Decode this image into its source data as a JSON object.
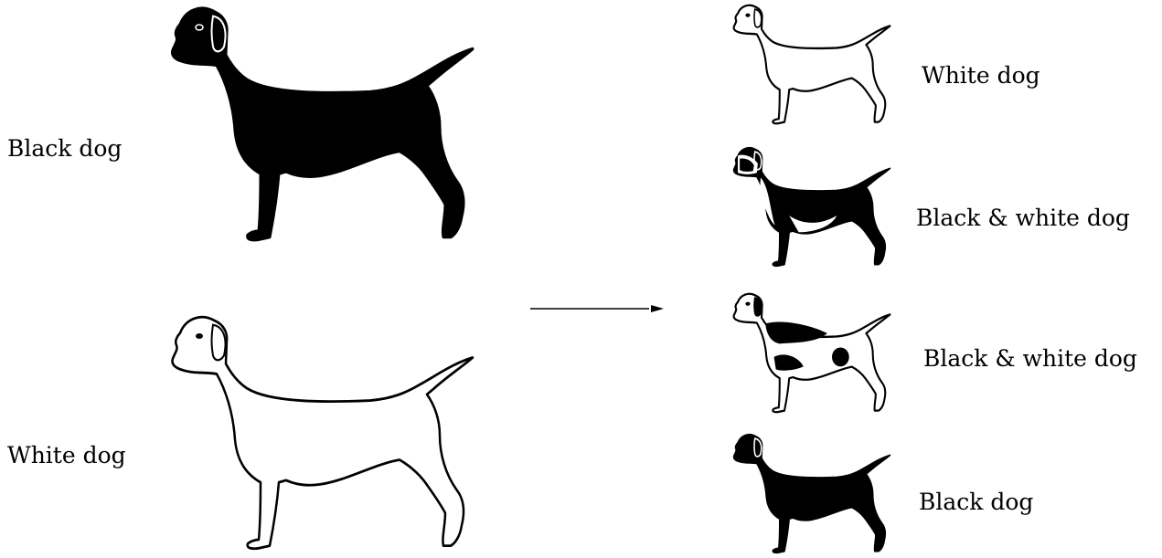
{
  "parents": [
    {
      "label": "Black dog",
      "coat": "black"
    },
    {
      "label": "White dog",
      "coat": "white"
    }
  ],
  "offspring": [
    {
      "label": "White dog",
      "coat": "white"
    },
    {
      "label": "Black & white dog",
      "coat": "black-white-mostly-black"
    },
    {
      "label": "Black & white dog",
      "coat": "black-white-spotted"
    },
    {
      "label": "Black dog",
      "coat": "black"
    }
  ],
  "colors": {
    "black": "#000000",
    "white": "#ffffff"
  }
}
